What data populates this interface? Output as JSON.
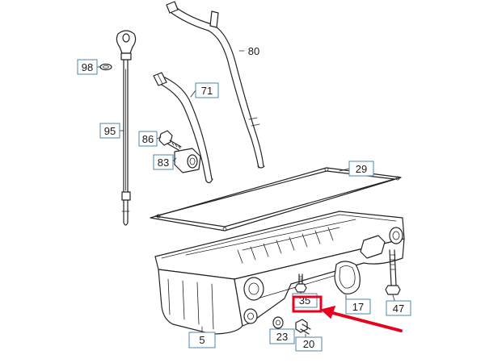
{
  "labels": {
    "p98": "98",
    "p95": "95",
    "p80": "80",
    "p71": "71",
    "p86": "86",
    "p83": "83",
    "p29": "29",
    "p35": "35",
    "p17": "17",
    "p47": "47",
    "p5": "5",
    "p23": "23",
    "p20": "20"
  },
  "colors": {
    "label_border": "#4f86a8",
    "highlight": "#e8001c",
    "ink": "#222222"
  }
}
